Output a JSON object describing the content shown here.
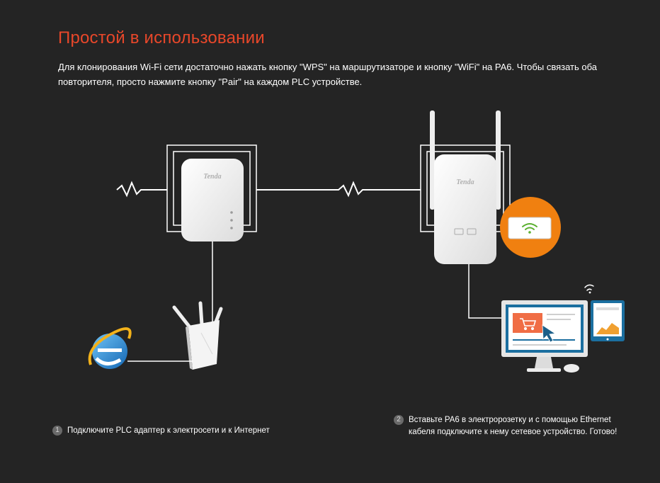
{
  "header": {
    "title": "Простой в использовании",
    "description": "Для клонирования Wi-Fi сети достаточно нажать кнопку \"WPS\" на маршрутизаторе и кнопку \"WiFi\" на PA6. Чтобы связать оба повторителя, просто нажмите кнопку \"Pair\" на каждом PLC устройстве."
  },
  "diagram": {
    "brand_left": "Tenda",
    "brand_right": "Tenda"
  },
  "steps": [
    {
      "number": "1",
      "text": "Подключите PLC адаптер к электросети и к Интернет"
    },
    {
      "number": "2",
      "text_line1": "Вставьте PA6 в электророзетку и с помощью Ethernet",
      "text_line2": "кабеля подключите к нему сетевое устройство. Готово!"
    }
  ],
  "colors": {
    "background": "#242424",
    "accent": "#e8472a",
    "wifi_green": "#5bb030",
    "screen_blue": "#1b6fa0",
    "callout_orange": "#f08010"
  },
  "icons": [
    "internet-explorer-icon",
    "router-icon",
    "wifi-icon",
    "monitor-icon",
    "tablet-icon",
    "mouse-icon",
    "cart-icon",
    "cursor-icon"
  ]
}
